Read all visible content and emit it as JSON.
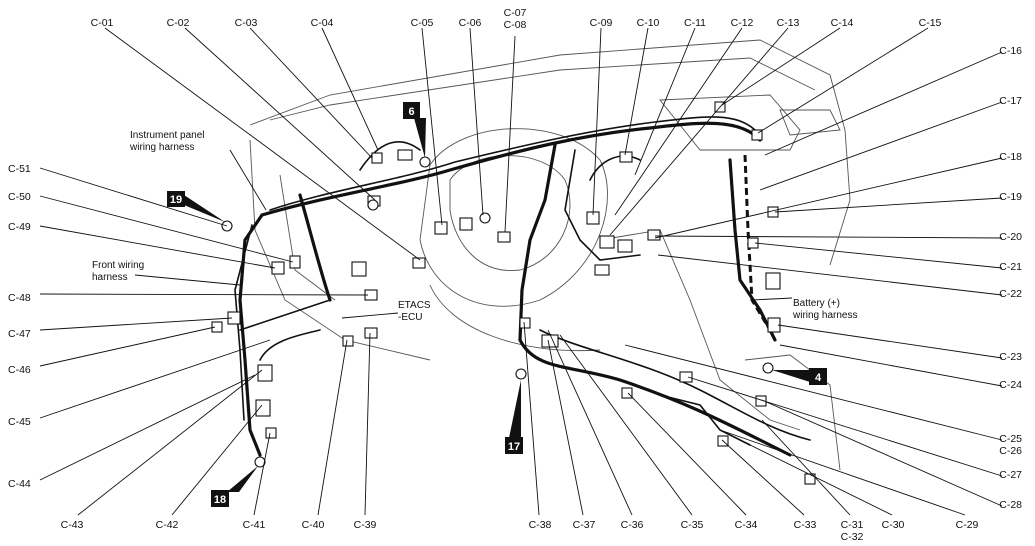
{
  "connectors_top": [
    "C-01",
    "C-02",
    "C-03",
    "C-04",
    "C-05",
    "C-06",
    "C-07",
    "C-08",
    "C-09",
    "C-10",
    "C-11",
    "C-12",
    "C-13",
    "C-14",
    "C-15"
  ],
  "connectors_right": [
    "C-16",
    "C-17",
    "C-18",
    "C-19",
    "C-20",
    "C-21",
    "C-22",
    "C-23",
    "C-24",
    "C-25",
    "C-26",
    "C-27",
    "C-28"
  ],
  "connectors_bottom": [
    "C-29",
    "C-30",
    "C-31",
    "C-32",
    "C-33",
    "C-34",
    "C-35",
    "C-36",
    "C-37",
    "C-38",
    "C-39",
    "C-40",
    "C-41",
    "C-42",
    "C-43"
  ],
  "connectors_left": [
    "C-44",
    "C-45",
    "C-46",
    "C-47",
    "C-48",
    "C-49",
    "C-50",
    "C-51"
  ],
  "captions": {
    "instrument_panel": [
      "Instrument panel",
      "wiring harness"
    ],
    "front_wiring": [
      "Front wiring",
      "harness"
    ],
    "etacs": [
      "ETACS",
      "-ECU"
    ],
    "battery": [
      "Battery (+)",
      "wiring harness"
    ]
  },
  "ground_badges": [
    "6",
    "19",
    "4",
    "17",
    "18"
  ]
}
